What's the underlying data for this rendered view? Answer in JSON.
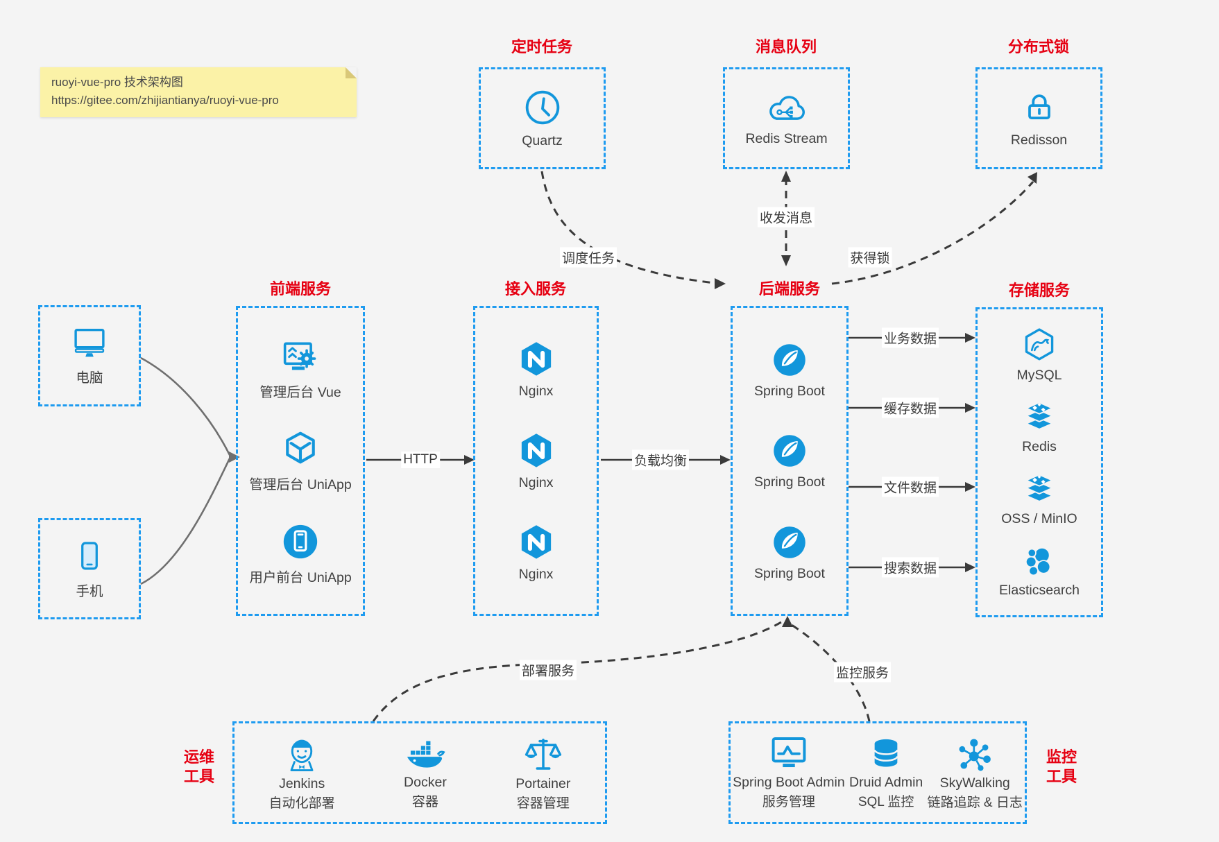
{
  "note": {
    "line1": "ruoyi-vue-pro 技术架构图",
    "line2": "https://gitee.com/zhijiantianya/ruoyi-vue-pro"
  },
  "top_groups": [
    {
      "header": "定时任务",
      "item": {
        "label": "Quartz",
        "icon": "clock-icon"
      }
    },
    {
      "header": "消息队列",
      "item": {
        "label": "Redis Stream",
        "icon": "cloud-mq-icon"
      }
    },
    {
      "header": "分布式锁",
      "item": {
        "label": "Redisson",
        "icon": "lock-icon"
      }
    }
  ],
  "clients": [
    {
      "label": "电脑",
      "icon": "desktop-icon"
    },
    {
      "label": "手机",
      "icon": "phone-icon"
    }
  ],
  "columns": {
    "frontend": {
      "header": "前端服务",
      "items": [
        {
          "label": "管理后台 Vue",
          "icon": "admin-screen-gear-icon"
        },
        {
          "label": "管理后台 UniApp",
          "icon": "uniapp-cube-icon"
        },
        {
          "label": "用户前台 UniApp",
          "icon": "user-app-circle-icon"
        }
      ]
    },
    "gateway": {
      "header": "接入服务",
      "items": [
        {
          "label": "Nginx",
          "icon": "nginx-icon"
        },
        {
          "label": "Nginx",
          "icon": "nginx-icon"
        },
        {
          "label": "Nginx",
          "icon": "nginx-icon"
        }
      ]
    },
    "backend": {
      "header": "后端服务",
      "items": [
        {
          "label": "Spring Boot",
          "icon": "spring-boot-icon"
        },
        {
          "label": "Spring Boot",
          "icon": "spring-boot-icon"
        },
        {
          "label": "Spring Boot",
          "icon": "spring-boot-icon"
        }
      ]
    },
    "storage": {
      "header": "存储服务",
      "items": [
        {
          "label": "MySQL",
          "icon": "mysql-icon"
        },
        {
          "label": "Redis",
          "icon": "stack-icon"
        },
        {
          "label": "OSS / MinIO",
          "icon": "stack-icon"
        },
        {
          "label": "Elasticsearch",
          "icon": "elasticsearch-icon"
        }
      ]
    }
  },
  "edges": {
    "http": "HTTP",
    "load_balance": "负载均衡",
    "schedule": "调度任务",
    "message": "收发消息",
    "lock": "获得锁",
    "business_data": "业务数据",
    "cache_data": "缓存数据",
    "file_data": "文件数据",
    "search_data": "搜索数据",
    "deploy": "部署服务",
    "monitor": "监控服务"
  },
  "bottom_groups": {
    "ops": {
      "header_lines": [
        "运维",
        "工具"
      ],
      "items": [
        {
          "label": "Jenkins",
          "sublabel": "自动化部署",
          "icon": "jenkins-icon"
        },
        {
          "label": "Docker",
          "sublabel": "容器",
          "icon": "docker-whale-icon"
        },
        {
          "label": "Portainer",
          "sublabel": "容器管理",
          "icon": "scales-icon"
        }
      ]
    },
    "monitoring": {
      "header_lines": [
        "监控",
        "工具"
      ],
      "items": [
        {
          "label": "Spring Boot Admin",
          "sublabel": "服务管理",
          "icon": "admin-monitor-icon"
        },
        {
          "label": "Druid Admin",
          "sublabel": "SQL 监控",
          "icon": "database-icon"
        },
        {
          "label": "SkyWalking",
          "sublabel": "链路追踪 & 日志",
          "icon": "topology-icon"
        }
      ]
    }
  },
  "colors": {
    "accent_blue": "#1296db",
    "dashed_border_blue": "#1e9bf0",
    "header_red": "#e60012",
    "note_yellow": "#fbf2a7",
    "line_dark": "#3a3a3a"
  }
}
